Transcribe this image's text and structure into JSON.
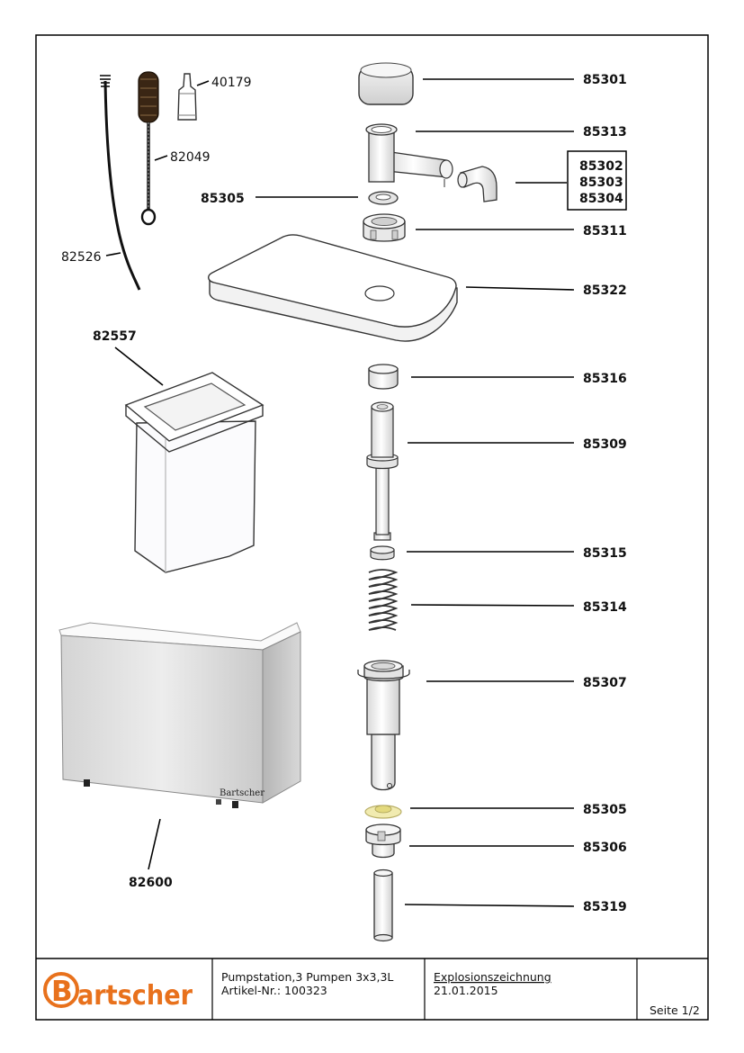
{
  "parts": [
    {
      "id": "p-40179",
      "number": "40179",
      "weight": "normal"
    },
    {
      "id": "p-82049",
      "number": "82049",
      "weight": "normal"
    },
    {
      "id": "p-82526",
      "number": "82526",
      "weight": "normal"
    },
    {
      "id": "p-85305a",
      "number": "85305",
      "weight": "bold"
    },
    {
      "id": "p-82557",
      "number": "82557",
      "weight": "bold"
    },
    {
      "id": "p-82600",
      "number": "82600",
      "weight": "bold"
    },
    {
      "id": "p-85301",
      "number": "85301",
      "weight": "bold"
    },
    {
      "id": "p-85313",
      "number": "85313",
      "weight": "bold"
    },
    {
      "id": "p-85302",
      "number": "85302",
      "weight": "bold"
    },
    {
      "id": "p-85303",
      "number": "85303",
      "weight": "bold"
    },
    {
      "id": "p-85304",
      "number": "85304",
      "weight": "bold"
    },
    {
      "id": "p-85311",
      "number": "85311",
      "weight": "bold"
    },
    {
      "id": "p-85322",
      "number": "85322",
      "weight": "bold"
    },
    {
      "id": "p-85316",
      "number": "85316",
      "weight": "bold"
    },
    {
      "id": "p-85309",
      "number": "85309",
      "weight": "bold"
    },
    {
      "id": "p-85315",
      "number": "85315",
      "weight": "bold"
    },
    {
      "id": "p-85314",
      "number": "85314",
      "weight": "bold"
    },
    {
      "id": "p-85307",
      "number": "85307",
      "weight": "bold"
    },
    {
      "id": "p-85305b",
      "number": "85305",
      "weight": "bold"
    },
    {
      "id": "p-85306",
      "number": "85306",
      "weight": "bold"
    },
    {
      "id": "p-85319",
      "number": "85319",
      "weight": "bold"
    }
  ],
  "cabinet_logo": "Bartscher",
  "title_block": {
    "logo": "Bartscher",
    "product_line1": "Pumpstation,3 Pumpen 3x3,3L",
    "product_line2": "Artikel-Nr.: 100323",
    "doc_type": "Explosionszeichnung",
    "date": "21.01.2015",
    "page": "Seite 1/2"
  },
  "colors": {
    "logo_orange": "#e8711c",
    "frame": "#000000",
    "steel_light": "#e6e6e6",
    "steel_dark": "#b9b9b9",
    "valve_yellow": "#f1ebb0"
  }
}
